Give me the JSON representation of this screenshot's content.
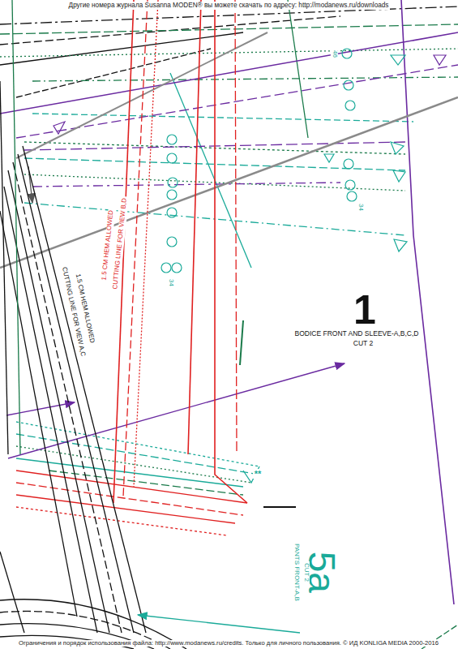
{
  "diagram": {
    "labels": [
      "Другие номера журнала Susanna MODEN® вы можете скачать по адресу: http://modanews.ru/downloads",
      "46",
      "34",
      "1.5 CM HEM ALLOWED",
      "CUTTING LINE FOR VIEW B,D",
      "34",
      "1.5 CM HEM ALLOWED",
      "CUTTING LINE FOR VIEW A,C",
      "1",
      "BODICE FRONT AND SLEEVE-A,B,C,D",
      "CUT 2",
      "**",
      "5a",
      "PANTS FRONT-A,B",
      "CUT 2",
      "Ограничения и порядок использования файла: http://www.modanews.ru/credits. Только для личного пользования. © ИД KONLIGA MEDIA 2000-2016"
    ]
  }
}
